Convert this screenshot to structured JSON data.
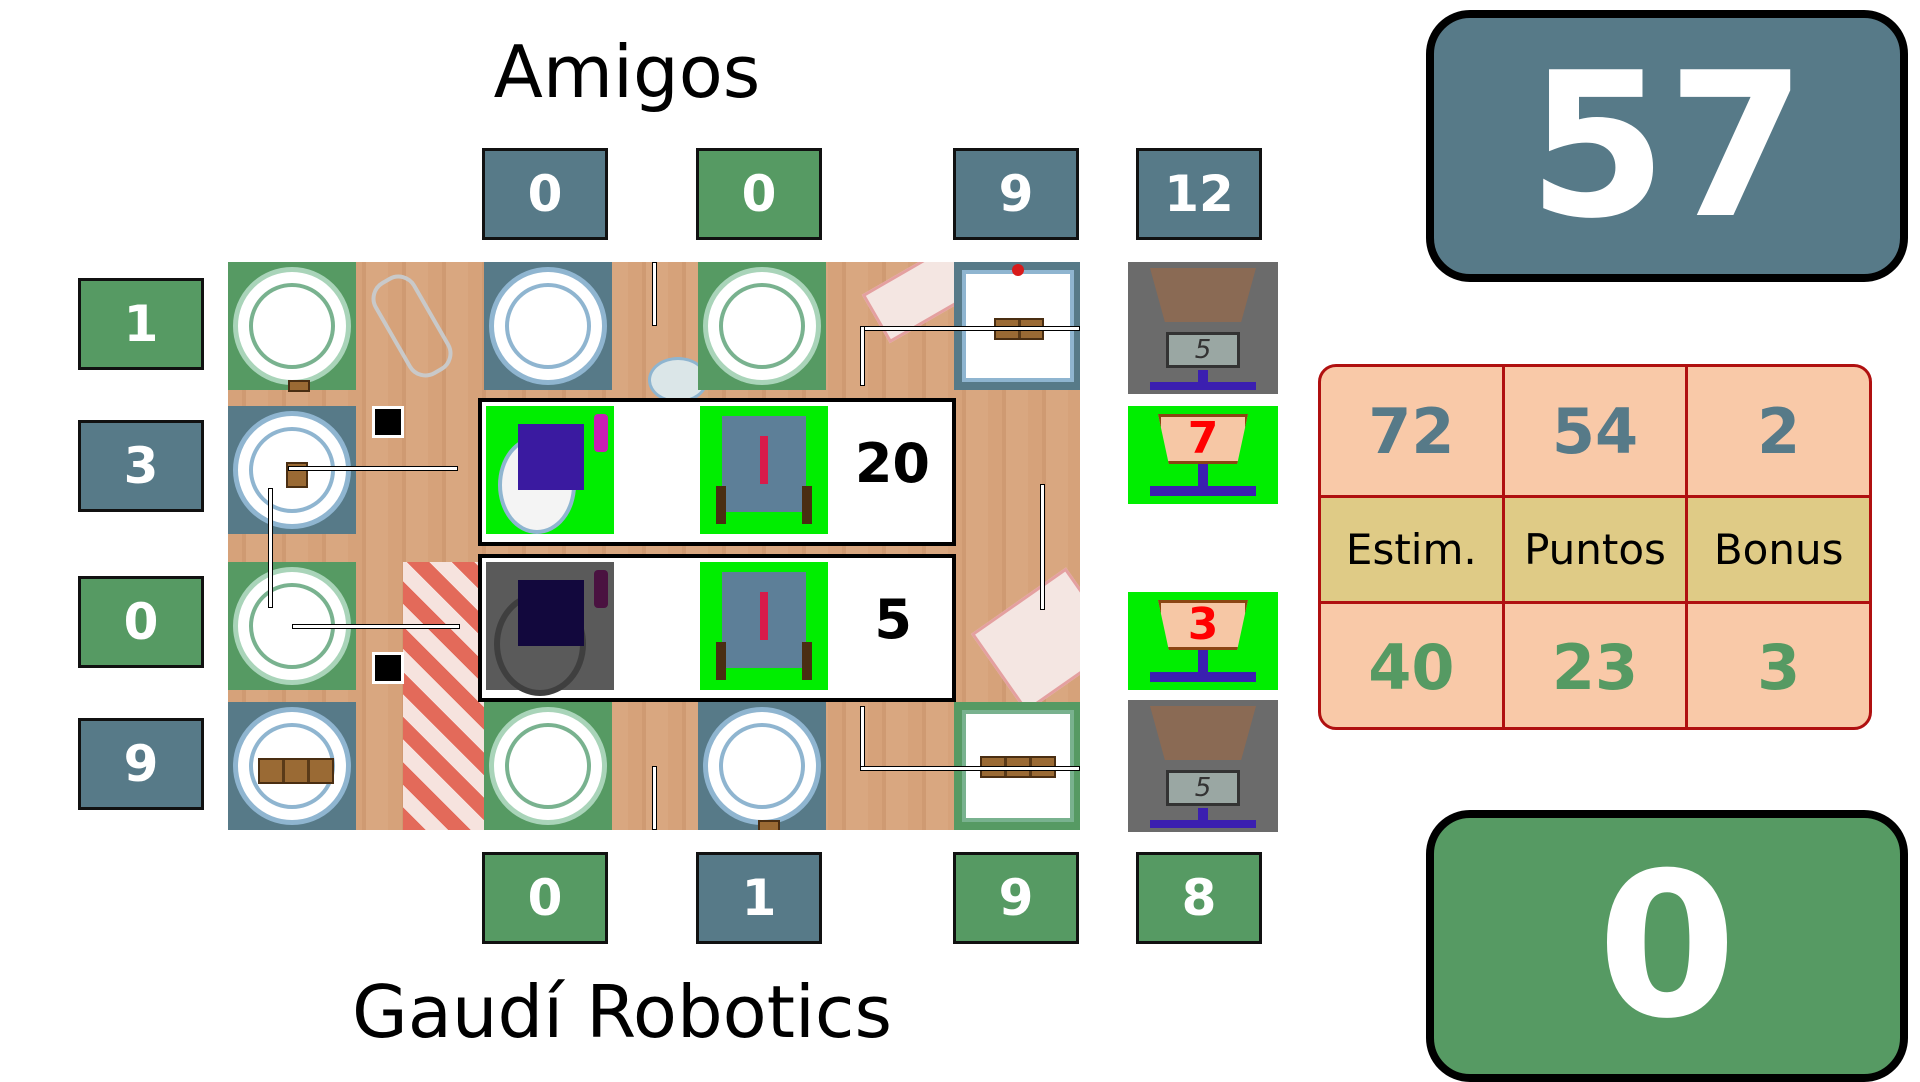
{
  "teams": {
    "top_name": "Amigos",
    "bottom_name": "Gaudí Robotics",
    "top_score": "57",
    "bottom_score": "0"
  },
  "top_counters": [
    "0",
    "0",
    "9",
    "12"
  ],
  "bottom_counters": [
    "0",
    "1",
    "9",
    "8"
  ],
  "left_counters": [
    "1",
    "3",
    "0",
    "9"
  ],
  "robots": [
    {
      "value": "20"
    },
    {
      "value": "5"
    }
  ],
  "weigh_stations": {
    "upper": "7",
    "lower": "3"
  },
  "scale_readouts": {
    "top": "5",
    "bottom": "5"
  },
  "stats": {
    "top_values": [
      "72",
      "54",
      "2"
    ],
    "labels": [
      "Estim.",
      "Puntos",
      "Bonus"
    ],
    "bottom_values": [
      "40",
      "23",
      "3"
    ]
  },
  "colors": {
    "blue": "#577a88",
    "green": "#569a63",
    "stats_bg": "#f9c9a8",
    "stats_label_bg": "#dfcb86"
  }
}
